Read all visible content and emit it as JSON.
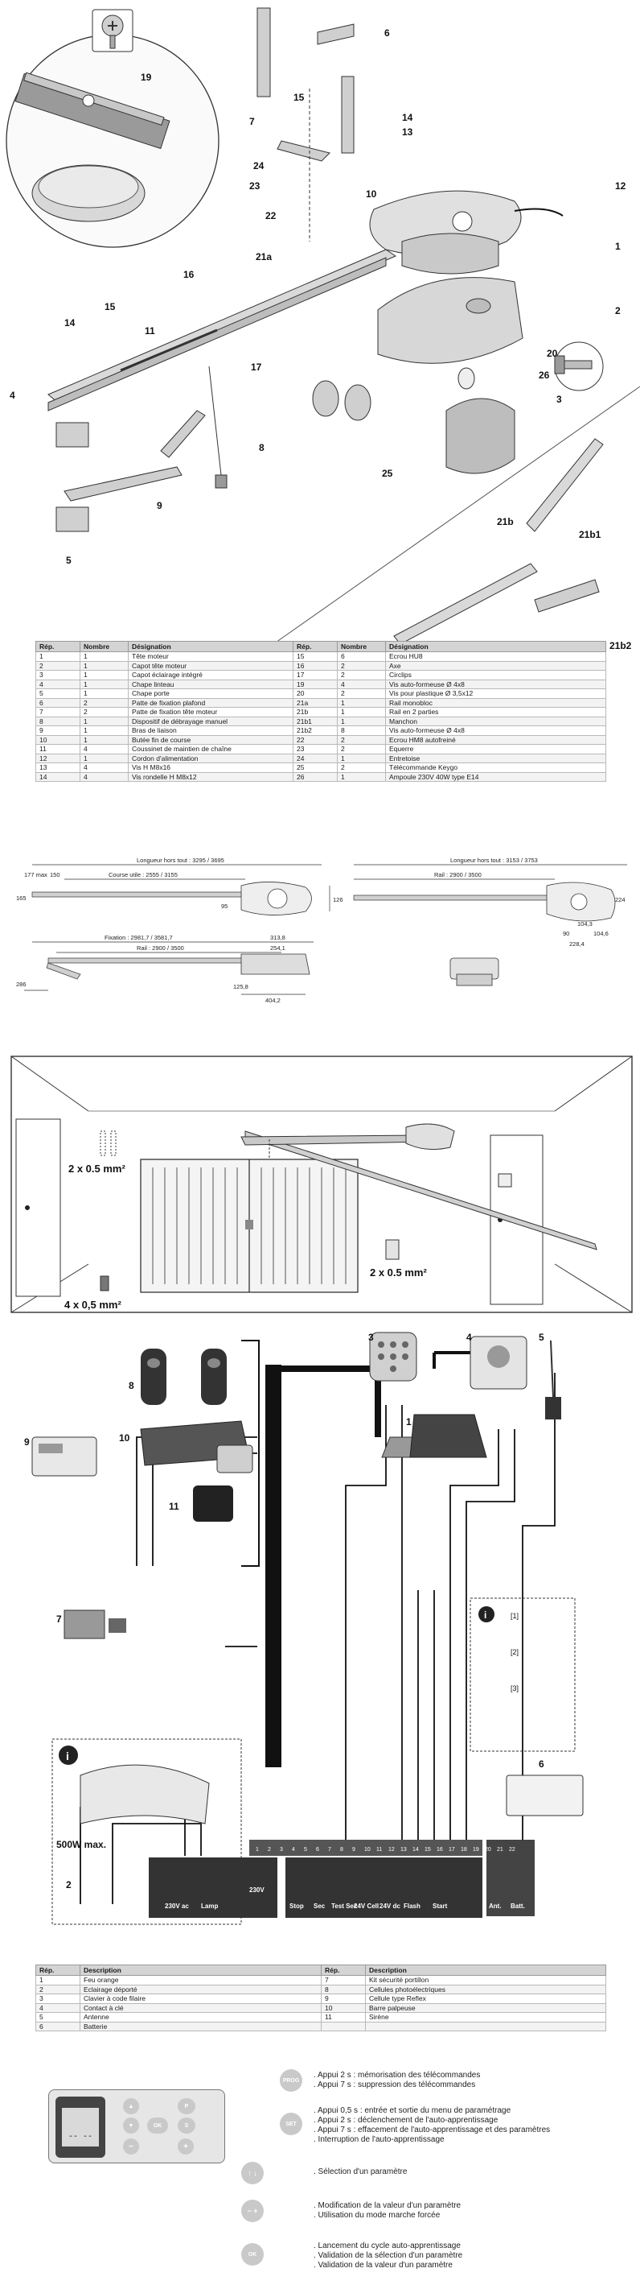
{
  "exploded": {
    "callouts": [
      "1",
      "2",
      "3",
      "4",
      "5",
      "6",
      "7",
      "8",
      "9",
      "10",
      "11",
      "12",
      "13",
      "14",
      "15",
      "15",
      "16",
      "17",
      "19",
      "20",
      "21a",
      "21b",
      "21b1",
      "21b2",
      "22",
      "23",
      "24",
      "25",
      "26"
    ]
  },
  "parts_table": {
    "headers": [
      "Rép.",
      "Nombre",
      "Désignation",
      "Rép.",
      "Nombre",
      "Désignation"
    ],
    "rows": [
      [
        "1",
        "1",
        "Tête moteur",
        "15",
        "6",
        "Ecrou HU8"
      ],
      [
        "2",
        "1",
        "Capot tête moteur",
        "16",
        "2",
        "Axe"
      ],
      [
        "3",
        "1",
        "Capot éclairage intégré",
        "17",
        "2",
        "Circlips"
      ],
      [
        "4",
        "1",
        "Chape linteau",
        "19",
        "4",
        "Vis auto-formeuse Ø 4x8"
      ],
      [
        "5",
        "1",
        "Chape porte",
        "20",
        "2",
        "Vis pour plastique Ø 3,5x12"
      ],
      [
        "6",
        "2",
        "Patte de fixation plafond",
        "21a",
        "1",
        "Rail monobloc"
      ],
      [
        "7",
        "2",
        "Patte de fixation tête moteur",
        "21b",
        "1",
        "Rail en 2 parties"
      ],
      [
        "8",
        "1",
        "Dispositif de débrayage manuel",
        "21b1",
        "1",
        "Manchon"
      ],
      [
        "9",
        "1",
        "Bras de liaison",
        "21b2",
        "8",
        "Vis auto-formeuse Ø 4x8"
      ],
      [
        "10",
        "1",
        "Butée fin de course",
        "22",
        "2",
        "Ecrou HM8 autofreiné"
      ],
      [
        "11",
        "4",
        "Coussinet de maintien de chaîne",
        "23",
        "2",
        "Equerre"
      ],
      [
        "12",
        "1",
        "Cordon d'alimentation",
        "24",
        "1",
        "Entretoise"
      ],
      [
        "13",
        "4",
        "Vis H M8x16",
        "25",
        "2",
        "Télécommande Keygo"
      ],
      [
        "14",
        "4",
        "Vis rondelle H M8x12",
        "26",
        "1",
        "Ampoule 230V 40W type E14"
      ]
    ]
  },
  "dimensions": {
    "left_total": "Longueur hors tout : 3295 / 3695",
    "left_course": "Course utile : 2555 / 3155",
    "left_fix": "Fixation : 2981,7 / 3581,7",
    "left_rail": "Rail : 2900 / 3500",
    "right_total": "Longueur hors tout : 3153 / 3753",
    "right_rail": "Rail : 2900 / 3500",
    "nums": [
      "177 max",
      "150",
      "165",
      "126",
      "286",
      "95",
      "313,8",
      "254,1",
      "404,2",
      "125,8",
      "224",
      "104,3",
      "90",
      "104,6",
      "228,4"
    ]
  },
  "garage": {
    "cable1": "2 x 0.5 mm²",
    "cable2": "2 x 0.5 mm²",
    "cable3": "4 x 0,5 mm²"
  },
  "wiring": {
    "callouts": [
      "1",
      "2",
      "3",
      "4",
      "5",
      "6",
      "7",
      "8",
      "9",
      "10",
      "11"
    ],
    "lamp_max": "500W max.",
    "info_steps": [
      "[1]",
      "[2]",
      "[3]"
    ],
    "terminal_labels": [
      "230V ac",
      "Lamp",
      "230V",
      "Stop",
      "Sec",
      "Test Sec",
      "24V Cell",
      "24V dc",
      "Flash",
      "Start",
      "Ant.",
      "Batt."
    ],
    "terminal_numbers": [
      "1",
      "2",
      "3",
      "4",
      "5",
      "6",
      "7",
      "8",
      "9",
      "10",
      "11",
      "12",
      "13",
      "14",
      "15",
      "16",
      "17",
      "18",
      "19",
      "20",
      "21",
      "22"
    ]
  },
  "accessories_table": {
    "headers": [
      "Rép.",
      "Description",
      "Rép.",
      "Description"
    ],
    "rows": [
      [
        "1",
        "Feu orange",
        "7",
        "Kit sécurité portillon"
      ],
      [
        "2",
        "Eclairage déporté",
        "8",
        "Cellules photoélectriques"
      ],
      [
        "3",
        "Clavier à code filaire",
        "9",
        "Cellule type Reflex"
      ],
      [
        "4",
        "Contact à clé",
        "10",
        "Barre palpeuse"
      ],
      [
        "5",
        "Antenne",
        "11",
        "Sirène"
      ],
      [
        "6",
        "Batterie",
        "",
        ""
      ]
    ]
  },
  "keypad": {
    "screen": "-- --",
    "keys": [
      {
        "label": "PROG",
        "lines": [
          ". Appui 2 s : mémorisation des télécommandes",
          ". Appui 7 s : suppression des télécommandes"
        ]
      },
      {
        "label": "SET",
        "lines": [
          ". Appui 0,5 s : entrée et sortie du menu de paramétrage",
          ". Appui 2 s : déclenchement de l'auto-apprentissage",
          ". Appui 7 s : effacement de l'auto-apprentissage et des paramètres",
          ". Interruption de l'auto-apprentissage"
        ]
      },
      {
        "label": "↑ ↓",
        "lines": [
          ". Sélection d'un paramètre"
        ]
      },
      {
        "label": "− +",
        "lines": [
          ". Modification de la valeur d'un paramètre",
          ". Utilisation du mode marche forcée"
        ]
      },
      {
        "label": "OK",
        "lines": [
          ". Lancement du cycle auto-apprentissage",
          ". Validation de la sélection d'un paramètre",
          ". Validation de la valeur d'un paramètre"
        ]
      }
    ]
  }
}
